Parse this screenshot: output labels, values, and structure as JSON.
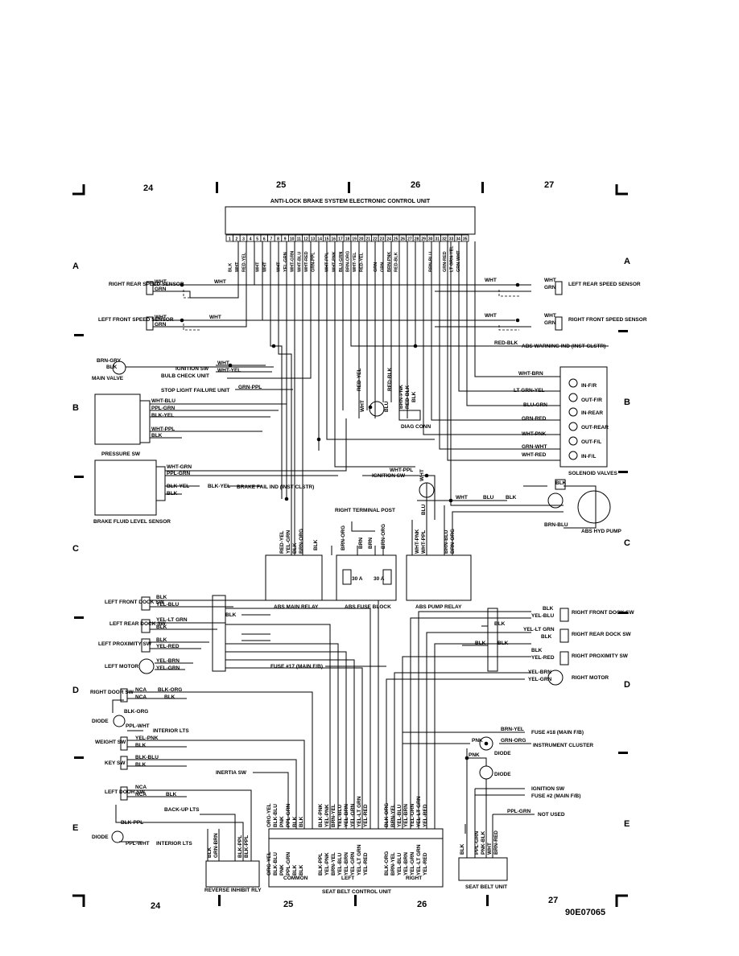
{
  "grid": {
    "columns": [
      "24",
      "25",
      "26",
      "27"
    ],
    "rows": [
      "A",
      "B",
      "C",
      "D",
      "E"
    ]
  },
  "figure_id": "90E07065",
  "ecu": {
    "title": "ANTI-LOCK BRAKE SYSTEM ELECTRONIC CONTROL UNIT",
    "pins": [
      "1",
      "2",
      "3",
      "4",
      "5",
      "6",
      "7",
      "8",
      "9",
      "10",
      "11",
      "12",
      "13",
      "14",
      "15",
      "16",
      "17",
      "18",
      "19",
      "20",
      "21",
      "22",
      "23",
      "24",
      "25",
      "26",
      "27",
      "28",
      "29",
      "30",
      "31",
      "32",
      "33",
      "34",
      "35"
    ],
    "pin_wires": [
      "BLK",
      "WHT",
      "RED-YEL",
      "",
      "WHT",
      "WHT",
      "",
      "WHT",
      "YEL-GRN",
      "WHT-GRN",
      "WHT-BLU",
      "WHT-RED",
      "GRN-PPL",
      "",
      "WHT-PPL",
      "WHT-PNK",
      "BLU-GRN",
      "BRN-ORG",
      "WHT-YEL",
      "RED-YEL",
      "",
      "GRN",
      "GRN",
      "BRN-PNK",
      "RED-BLK",
      "",
      "",
      "",
      "",
      "BRN-BLU",
      "",
      "GRN-RED",
      "LT GRN-YEL",
      "GRN-WHT",
      ""
    ]
  },
  "components": {
    "right_rear_speed_sensor": "RIGHT REAR SPEED SENSOR",
    "left_front_speed_sensor": "LEFT FRONT SPEED SENSOR",
    "left_rear_speed_sensor": "LEFT REAR SPEED SENSOR",
    "right_front_speed_sensor": "RIGHT FRONT SPEED SENSOR",
    "main_valve": "MAIN VALVE",
    "ignition_sw": "IGNITION SW",
    "bulb_check_unit": "BULB CHECK UNIT",
    "stop_light_failure_unit": "STOP LIGHT FAILURE UNIT",
    "abs_warning_ind": "ABS WARNING IND (INST CLSTR)",
    "pressure_sw": "PRESSURE SW",
    "diag_conn": "DIAG CONN",
    "solenoid_valves": "SOLENOID VALVES",
    "brake_fluid_level_sensor": "BRAKE FLUID LEVEL SENSOR",
    "brake_fail_ind": "BRAKE FAIL IND (INST CLSTR)",
    "abs_hyd_pump": "ABS HYD PUMP",
    "right_terminal_post": "RIGHT TERMINAL POST",
    "abs_main_relay": "ABS MAIN RELAY",
    "abs_fuse_block": "ABS FUSE BLOCK",
    "abs_pump_relay": "ABS PUMP RELAY",
    "left_front_dock_sw": "LEFT FRONT DOCK SW",
    "left_rear_dock_sw": "LEFT REAR DOCK SW",
    "left_proximity_sw": "LEFT PROXIMITY SW",
    "left_motor": "LEFT MOTOR",
    "right_front_dock_sw": "RIGHT FRONT DOCK SW",
    "right_rear_dock_sw": "RIGHT REAR DOCK SW",
    "right_proximity_sw": "RIGHT PROXIMITY SW",
    "right_motor": "RIGHT MOTOR",
    "fuse17": "FUSE #17 (MAIN F/B)",
    "right_door_sw": "RIGHT DOOR SW",
    "diode": "DIODE",
    "interior_lts": "INTERIOR LTS",
    "fuse18": "FUSE #18 (MAIN F/B)",
    "instrument_cluster": "INSTRUMENT CLUSTER",
    "weight_sw": "WEIGHT SW",
    "key_sw": "KEY SW",
    "inertia_sw": "INERTIA SW",
    "left_door_sw": "LEFT DOOR SW",
    "back_up_lts": "BACK-UP LTS",
    "fuse2": "FUSE #2 (MAIN F/B)",
    "not_used": "NOT USED",
    "reverse_inhibit_rly": "REVERSE INHIBIT RLY",
    "seat_belt_control_unit": "SEAT BELT CONTROL UNIT",
    "seat_belt_unit": "SEAT BELT UNIT",
    "common": "COMMON",
    "left": "LEFT",
    "right": "RIGHT",
    "in_fr": "IN-F/R",
    "out_fr": "OUT-F/R",
    "in_rear": "IN-REAR",
    "out_rear": "OUT-REAR",
    "out_fl": "OUT-F/L",
    "in_fl": "IN-F/L",
    "fuse30a": "30 A"
  },
  "wire_labels": {
    "wht": "WHT",
    "grn": "GRN",
    "blk": "BLK",
    "blu": "BLU",
    "brn": "BRN",
    "pnk": "PNK",
    "nca": "NCA",
    "red_blk": "RED-BLK",
    "red_yel": "RED-YEL",
    "brn_gry": "BRN-GRY",
    "wht_yel": "WHT-YEL",
    "grn_ppl": "GRN-PPL",
    "wht_blu": "WHT-BLU",
    "ppl_grn": "PPL-GRN",
    "blk_yel": "BLK-YEL",
    "wht_ppl": "WHT-PPL",
    "wht_grn": "WHT-GRN",
    "wht_brn": "WHT-BRN",
    "lt_grn_yel": "LT GRN-YEL",
    "blu_grn": "BLU-GRN",
    "grn_red": "GRN-RED",
    "wht_pnk": "WHT-PNK",
    "grn_wht": "GRN-WHT",
    "wht_red": "WHT-RED",
    "brn_pnk": "BRN-PNK",
    "brn_blu": "BRN-BLU",
    "yel_grn": "YEL-GRN",
    "brn_org": "BRN-ORG",
    "yel_blu": "YEL-BLU",
    "yel_lt_grn": "YEL-LT GRN",
    "yel_red": "YEL-RED",
    "yel_brn": "YEL-BRN",
    "blk_org": "BLK-ORG",
    "ppl_wht": "PPL-WHT",
    "yel_pnk": "YEL-PNK",
    "blk_blu": "BLK-BLU",
    "brn_yel": "BRN-YEL",
    "grn_org": "GRN-ORG",
    "blk_ppl": "BLK-PPL",
    "org_yel": "ORG-YEL",
    "pnk_grn": "PNK-GRN",
    "pnk_blk": "PNK-BLK",
    "brn_red": "BRN-RED",
    "grn_brn": "GRN-BRN",
    "blk_pnk": "BLK-PNK"
  }
}
